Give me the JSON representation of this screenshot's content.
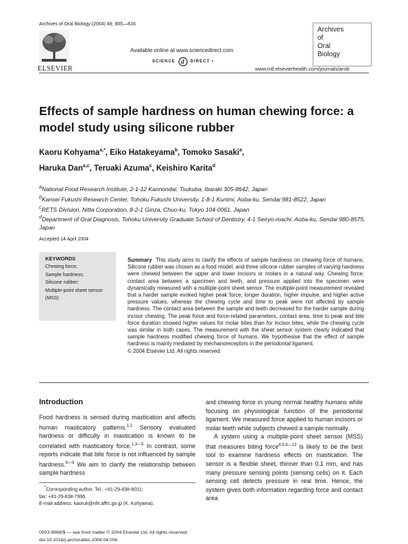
{
  "header": {
    "journal_ref": "Archives of Oral Biology (2004) 49, 805—816",
    "publisher": "ELSEVIER",
    "available_online": "Available online at www.sciencedirect.com",
    "sd_left": "SCIENCE",
    "sd_right": "DIRECT",
    "journal_url": "www.intl.elsevierhealth.com/journals/arob",
    "journal_box": [
      "Archives",
      "of",
      "Oral",
      "Biology"
    ]
  },
  "title": "Effects of sample hardness on human chewing force: a model study using silicone rubber",
  "authors": [
    {
      "name": "Kaoru Kohyama",
      "sup": "a,*",
      "sep": ", "
    },
    {
      "name": "Eiko Hatakeyama",
      "sup": "b",
      "sep": ", "
    },
    {
      "name": "Tomoko Sasaki",
      "sup": "a",
      "sep": ","
    },
    {
      "name": "Haruka Dan",
      "sup": "a,c",
      "sep": ", "
    },
    {
      "name": "Teruaki Azuma",
      "sup": "c",
      "sep": ", "
    },
    {
      "name": "Keishiro Karita",
      "sup": "d",
      "sep": ""
    }
  ],
  "affiliations": [
    {
      "sup": "a",
      "text": "National Food Research Institute, 2-1-12 Kannondai, Tsukuba, Ibaraki 305-8642, Japan"
    },
    {
      "sup": "b",
      "text": "Kansei Fukushi Research Center, Tohoku Fukushi University, 1-8-1 Kunimi, Aoba-ku, Sendai 981-8522, Japan"
    },
    {
      "sup": "c",
      "text": "RETS Division, Nitta Corporation, 8-2-1 Ginza, Chuo-ku, Tokyo 104-0061, Japan"
    },
    {
      "sup": "d",
      "text": "Department of Oral Diagnosis, Tohoku University Graduate School of Dentistry, 4-1 Seiryo-machi, Aoba-ku, Sendai 980-8575, Japan"
    }
  ],
  "accepted": "Accepted 14 April 2004",
  "keywords": {
    "title": "KEYWORDS",
    "items": [
      "Chewing force;",
      "Sample hardness;",
      "Silicone rubber;",
      "Multiple-point sheet sensor (MSS)"
    ]
  },
  "summary": {
    "label": "Summary",
    "text": "This study aims to clarify the effects of sample hardness on chewing force of humans. Silicone rubber was chosen as a food model, and three silicone rubber samples of varying hardness were chewed between the upper and lower incisors or molars in a natural way. Chewing force, contact area between a specimen and teeth, and pressure applied into the specimen were dynamically measured with a multiple-point sheet sensor. The multiple-point measurement revealed that a harder sample evoked higher peak force, longer duration, higher impulse, and higher active pressure values, whereas the chewing cycle and time to peak were not affected by sample hardness. The contact area between the sample and teeth decreased for the harder sample during incisor chewing. The peak force and force-related parameters, contact area, time to peak and bite force duration showed higher values for molar bites than for incisor bites, while the chewing cycle was similar in both cases. The measurement with the sheet sensor system clearly indicated that sample hardness modified chewing force of humans. We hypothesise that the effect of sample hardness is mainly mediated by mechanoreceptors in the periodontal ligament.",
    "copyright": "© 2004 Elsevier Ltd. All rights reserved."
  },
  "intro": {
    "heading": "Introduction",
    "left_p1_a": "Food hardness is sensed during mastication and affects human masticatory patterns.",
    "left_p1_sup1": "1,2",
    "left_p1_b": " Sensory evaluated hardness or difficulty in mastication is known to be correlated with masticatory force.",
    "left_p1_sup2": "1,3—5",
    "left_p1_c": " In contrast, some reports indicate that bite force is not influenced by sample hardness.",
    "left_p1_sup3": "6—9",
    "left_p1_d": " We aim to clarify the relationship between sample hardness",
    "right_p1": "and chewing force in young normal healthy humans while focusing on physiological function of the periodontal ligament. We measured force applied to human incisors or molar teeth while subjects chewed a sample normally.",
    "right_p2_a": "A system using a multiple-point sheet sensor (MSS) that measures biting force",
    "right_p2_sup": "4,5,9—13",
    "right_p2_b": " is likely to be the best tool to examine hardness effects on mastication. The sensor is a flexible sheet, thinner than 0.1 mm, and has many pressure sensing points (sensing cells) on it. Each sensing cell detects pressure in real time. Hence, the system gives both information regarding force and contact area"
  },
  "footnotes": {
    "corresponding": "Corresponding author. Tel.: +81-29-838-8031;",
    "fax": "fax: +81-29-838-7996.",
    "email": "E-mail address: kaoruk@nfri.affrc.go.jp (K. Kohyama)."
  },
  "bottom": {
    "issn": "0003-9969/$ — see front matter © 2004 Elsevier Ltd. All rights reserved.",
    "doi": "doi:10.1016/j.archoralbio.2004.04.006"
  }
}
